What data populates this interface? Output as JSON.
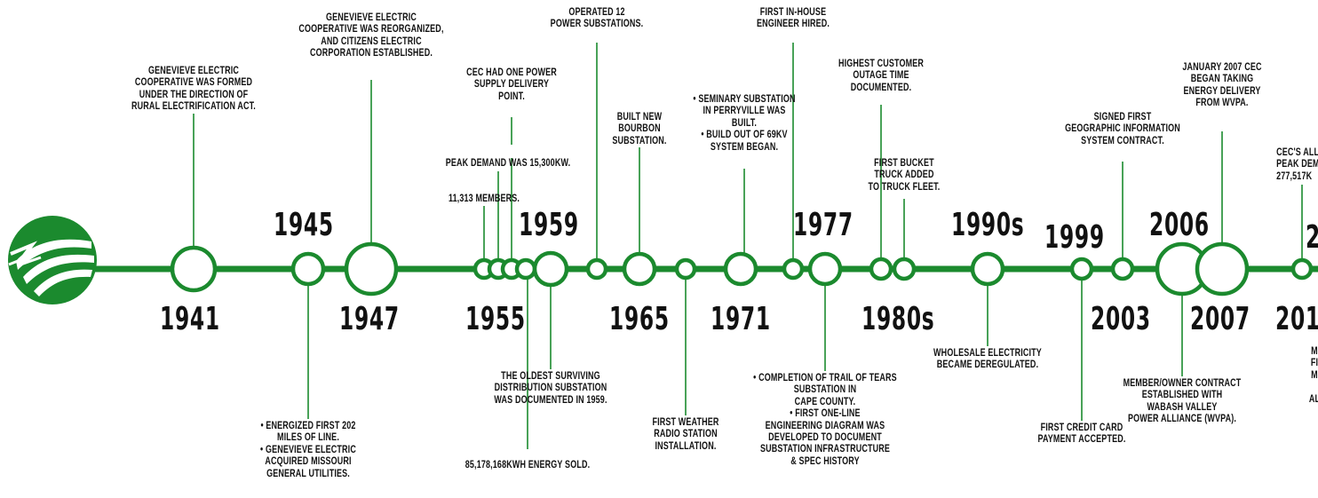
{
  "colors": {
    "green": "#1b8a2e",
    "white": "#ffffff",
    "text": "#111111"
  },
  "logo_icon": "cooperative-logo-icon",
  "years": [
    {
      "id": "1941",
      "label": "1941"
    },
    {
      "id": "1945",
      "label": "1945"
    },
    {
      "id": "1947",
      "label": "1947"
    },
    {
      "id": "1955",
      "label": "1955"
    },
    {
      "id": "1959",
      "label": "1959"
    },
    {
      "id": "1965",
      "label": "1965"
    },
    {
      "id": "1971",
      "label": "1971"
    },
    {
      "id": "1977",
      "label": "1977"
    },
    {
      "id": "1980s",
      "label": "1980s"
    },
    {
      "id": "1990s",
      "label": "1990s"
    },
    {
      "id": "1999",
      "label": "1999"
    },
    {
      "id": "2003",
      "label": "2003"
    },
    {
      "id": "2006",
      "label": "2006"
    },
    {
      "id": "2007",
      "label": "2007"
    },
    {
      "id": "201x",
      "label": "201"
    },
    {
      "id": "20xx",
      "label": "2"
    }
  ],
  "notes": [
    {
      "id": "n1941",
      "lines": [
        "Genevieve Electric",
        "cooperative was formed",
        "under the direction of",
        "Rural Electrification Act."
      ]
    },
    {
      "id": "n1945",
      "lines": [
        "• Energized first 202",
        "miles of line.",
        "• Genevieve Electric",
        "acquired Missouri",
        "General Utilities."
      ]
    },
    {
      "id": "n1947",
      "lines": [
        "Genevieve Electric",
        "Cooperative was reorganized,",
        "and Citizens Electric",
        "Corporation established."
      ]
    },
    {
      "id": "n_supply",
      "lines": [
        "CEC had one power",
        "supply delivery",
        "point."
      ]
    },
    {
      "id": "n_peak",
      "lines": [
        "Peak demand was 15,300kW."
      ]
    },
    {
      "id": "n_members",
      "lines": [
        "11,313 members."
      ]
    },
    {
      "id": "n_oldest",
      "lines": [
        "The oldest surviving",
        "distribution substation",
        "was documented in 1959."
      ]
    },
    {
      "id": "n_energy",
      "lines": [
        "85,178,168kWh energy sold."
      ]
    },
    {
      "id": "n_operated",
      "lines": [
        "Operated 12",
        "power substations."
      ]
    },
    {
      "id": "n_bourbon",
      "lines": [
        "Built new",
        "Bourbon",
        "Substation."
      ]
    },
    {
      "id": "n_weather",
      "lines": [
        "First weather",
        "radio station",
        "installation."
      ]
    },
    {
      "id": "n_seminary",
      "lines": [
        "• Seminary Substation",
        "in Perryville was",
        "built.",
        "• Build out of 69kV",
        "system began."
      ]
    },
    {
      "id": "n_engineer",
      "lines": [
        "First in-house",
        "engineer hired."
      ]
    },
    {
      "id": "n_trail",
      "lines": [
        "• Completion of Trail of Tears",
        "Substation in",
        "Cape County.",
        "• First one-line",
        "engineering diagram was",
        "developed to document",
        "substation infrastructure",
        "& SPEC history"
      ]
    },
    {
      "id": "n_outage",
      "lines": [
        "Highest customer",
        "outage time",
        "documented."
      ]
    },
    {
      "id": "n_bucket",
      "lines": [
        "First bucket",
        "truck added",
        "to truck fleet."
      ]
    },
    {
      "id": "n_wholesale",
      "lines": [
        "Wholesale electricity",
        "became deregulated."
      ]
    },
    {
      "id": "n_credit",
      "lines": [
        "First credit card",
        "payment accepted."
      ]
    },
    {
      "id": "n_gis",
      "lines": [
        "Signed first",
        "geographic information",
        "system contract."
      ]
    },
    {
      "id": "n_contract",
      "lines": [
        "Member/owner contract",
        "established with",
        "Wabash Valley",
        "Power Alliance (WVPA)."
      ]
    },
    {
      "id": "n_jan2007",
      "lines": [
        "January 2007 CEC",
        "began taking",
        "energy delivery",
        "from WVPA."
      ]
    },
    {
      "id": "n_alltime",
      "lines": [
        "CEC's all-t",
        "peak deman",
        "277,517k"
      ]
    },
    {
      "id": "n_right",
      "lines": [
        "M",
        "FI",
        "M",
        "",
        "AL"
      ]
    }
  ]
}
